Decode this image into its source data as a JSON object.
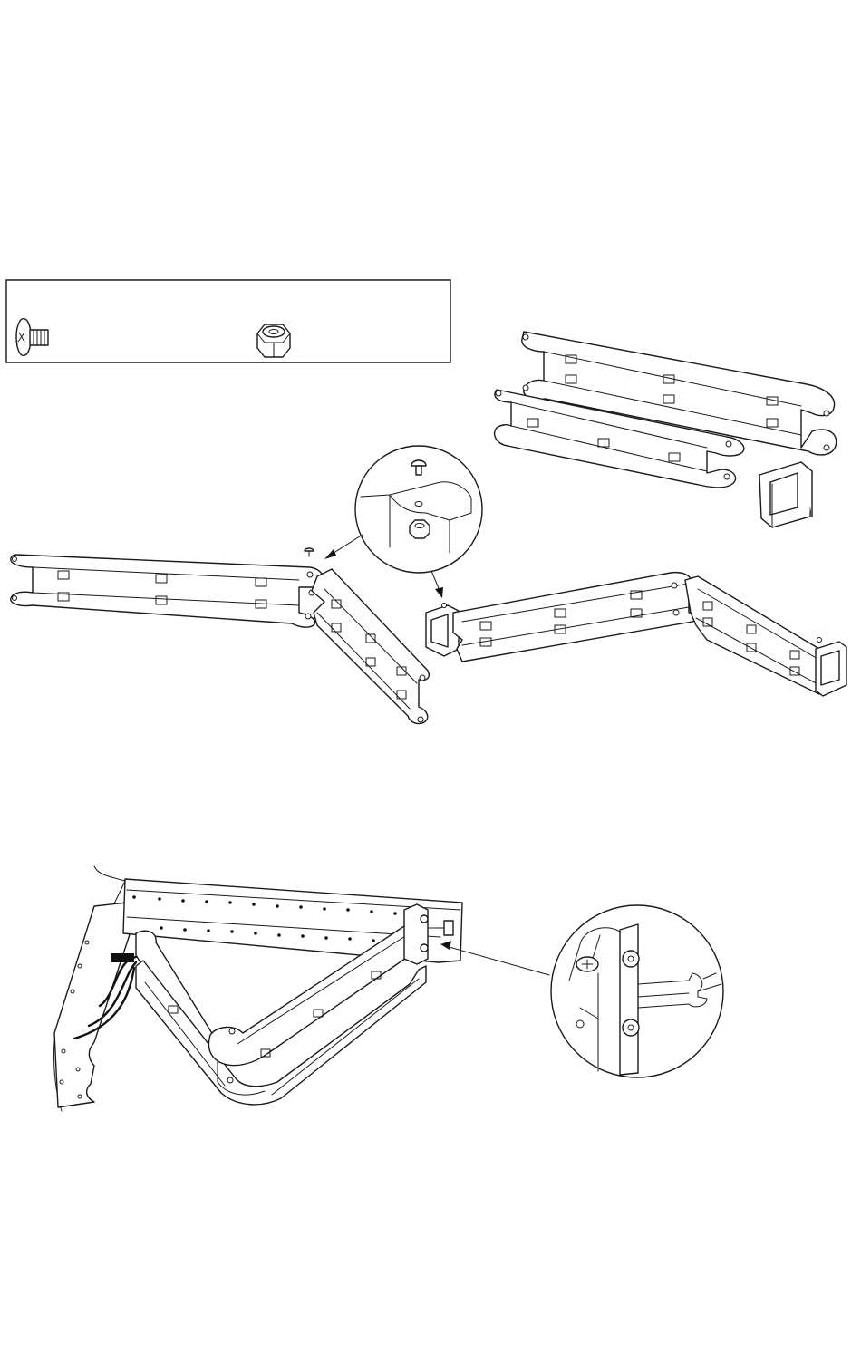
{
  "page": {
    "background": "#ffffff",
    "line_color": "#1a1a1a"
  },
  "hardware_box": {
    "items": [
      {
        "icon": "bolt-icon"
      },
      {
        "icon": "nut-icon"
      }
    ]
  },
  "figures": [
    {
      "icon": "unassembled-frame-parts"
    },
    {
      "icon": "left-frame-assembly"
    },
    {
      "icon": "detail-zoom-callout"
    },
    {
      "icon": "right-frame-assembly"
    },
    {
      "icon": "installed-frame-view"
    },
    {
      "icon": "bolt-nut-detail-callout"
    }
  ]
}
